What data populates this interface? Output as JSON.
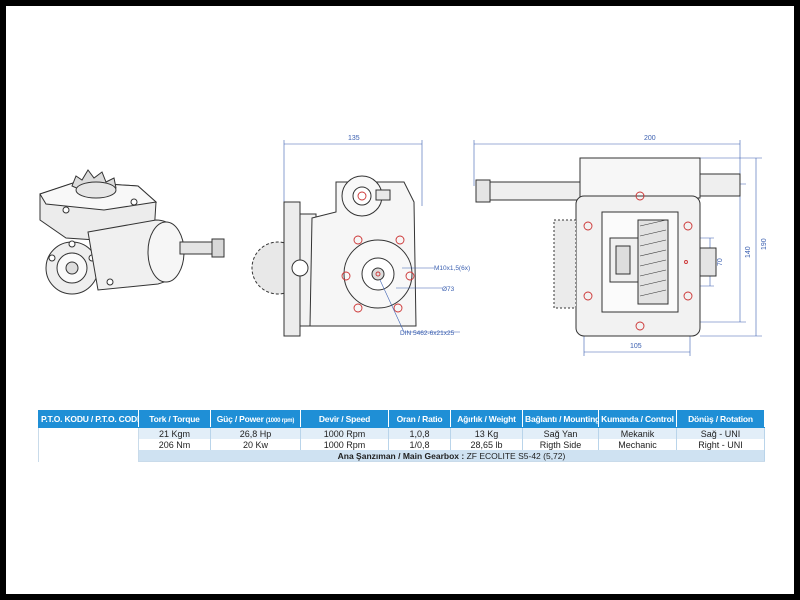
{
  "drawing": {
    "side_view": {
      "dim_top": "135",
      "callout_thread": "M10x1,5(6x)",
      "callout_diameter": "Ø73",
      "callout_spline": "DIN 5462-6x21x25"
    },
    "front_view": {
      "dim_top": "200",
      "dim_right_inner": "70",
      "dim_right_mid": "140",
      "dim_right_outer": "190",
      "dim_bottom": "105"
    }
  },
  "table": {
    "headers": {
      "code": "P.T.O. KODU / P.T.O. CODE",
      "torque": "Tork / Torque",
      "power": "Güç / Power",
      "power_unit": "(1000 rpm)",
      "speed": "Devir / Speed",
      "ratio": "Oran / Ratio",
      "weight": "Ağırlık / Weight",
      "mounting": "Bağlantı / Mounting",
      "control": "Kumanda / Control",
      "rotation": "Dönüş / Rotation"
    },
    "rows": [
      {
        "torque": "21 Kgm",
        "power": "26,8 Hp",
        "speed": "1000 Rpm",
        "ratio": "1,0,8",
        "weight": "13 Kg",
        "mounting": "Sağ Yan",
        "control": "Mekanik",
        "rotation": "Sağ - UNI"
      },
      {
        "torque": "206 Nm",
        "power": "20 Kw",
        "speed": "1000 Rpm",
        "ratio": "1/0,8",
        "weight": "28,65 lb",
        "mounting": "Rigth Side",
        "control": "Mechanic",
        "rotation": "Right - UNI"
      }
    ],
    "gearbox_label": "Ana Şanzıman / Main Gearbox :",
    "gearbox_value": "ZF ECOLITE S5-42 (5,72)"
  }
}
